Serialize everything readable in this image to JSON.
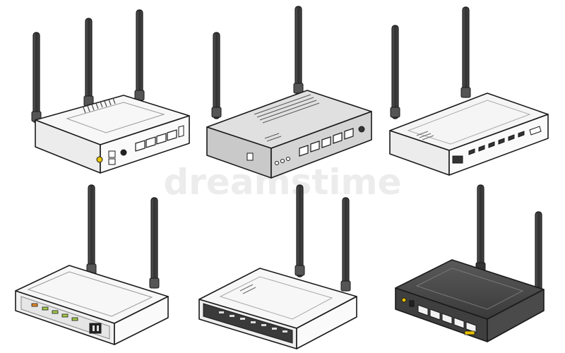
{
  "watermark": "dreamstime",
  "routers": [
    {
      "name": "router-1",
      "style": "white",
      "antennas": 3,
      "ports": 4
    },
    {
      "name": "router-2",
      "style": "grey",
      "antennas": 2,
      "ports": 5
    },
    {
      "name": "router-3",
      "style": "white",
      "antennas": 2,
      "ports": 6
    },
    {
      "name": "router-4",
      "style": "white",
      "antennas": 2,
      "ports": 5
    },
    {
      "name": "router-5",
      "style": "white-dark-panel",
      "antennas": 2,
      "ports": 7
    },
    {
      "name": "router-6",
      "style": "dark",
      "antennas": 2,
      "ports": 5
    }
  ],
  "colors": {
    "outline": "#1a1a1a",
    "body_white": "#f7f7f7",
    "body_grey": "#c9c9c9",
    "body_dark": "#4a4a4a",
    "antenna": "#3a3a3a",
    "led_green": "#a3c94a",
    "led_orange": "#e28a2a",
    "led_yellow": "#e8c200"
  }
}
